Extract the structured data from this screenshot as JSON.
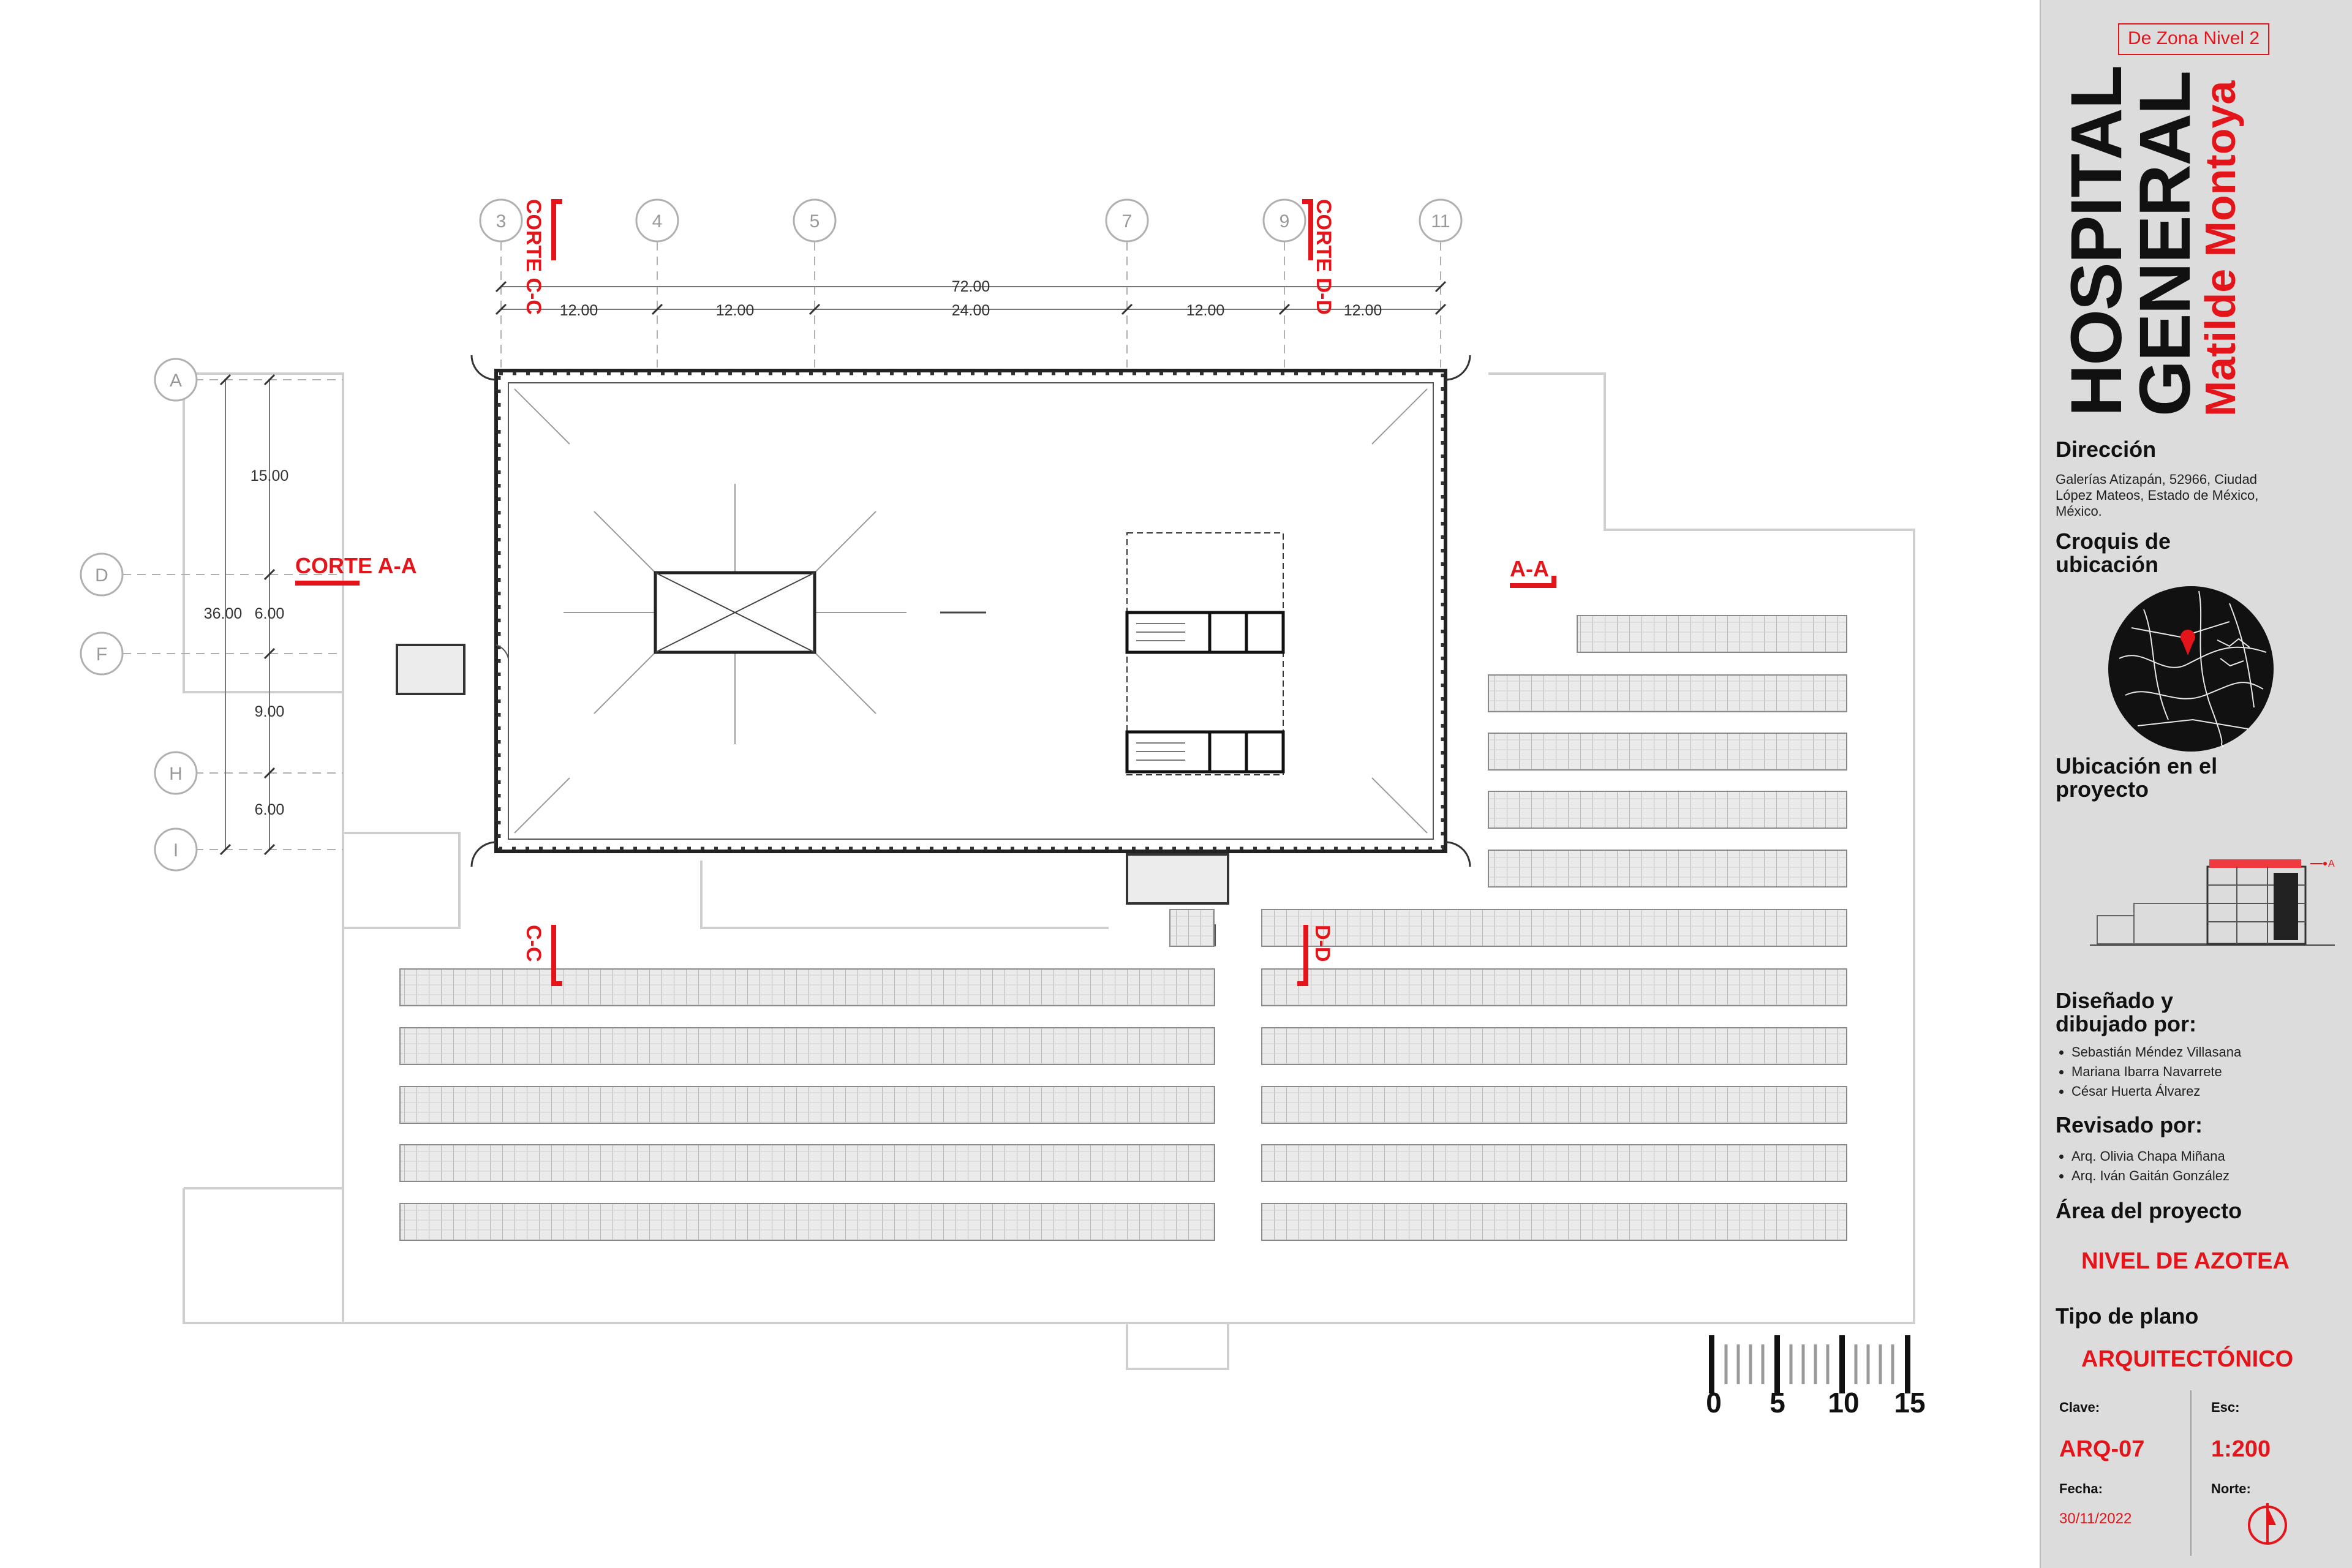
{
  "plan": {
    "column_axes": [
      "3",
      "4",
      "5",
      "7",
      "9",
      "11"
    ],
    "row_axes": [
      "A",
      "D",
      "F",
      "H",
      "I"
    ],
    "overall_dim_horizontal": "72.00",
    "dims_horizontal": [
      "12.00",
      "12.00",
      "24.00",
      "12.00",
      "12.00"
    ],
    "overall_dim_vertical": "36.00",
    "dims_vertical": [
      "15.00",
      "6.00",
      "9.00",
      "6.00"
    ],
    "section_labels": {
      "corte_aa": "CORTE A-A",
      "aa": "A-A",
      "corte_cc": "CORTE C-C",
      "corte_dd": "CORTE D-D",
      "cc": "C-C",
      "dd": "D-D"
    },
    "scale_bar_labels": [
      "0",
      "5",
      "10",
      "15"
    ]
  },
  "title_block": {
    "zone_badge": "De Zona Nivel 2",
    "title_line1": "HOSPITAL",
    "title_line2": "GENERAL",
    "title_line3": "Matilde Montoya",
    "direccion_label": "Dirección",
    "direccion_text": "Galerías Atizapán, 52966, Ciudad López Mateos, Estado de México, México.",
    "croquis_label": "Croquis de ubicación",
    "ubicacion_label": "Ubicación en el proyecto",
    "level_marker": "AZ",
    "disenado_label": "Diseñado y dibujado por:",
    "designers": [
      "Sebastián Méndez Villasana",
      "Mariana Ibarra Navarrete",
      "César Huerta Álvarez"
    ],
    "revisado_label": "Revisado por:",
    "reviewers": [
      "Arq. Olivia Chapa Miñana",
      "Arq. Iván Gaitán González"
    ],
    "area_label": "Área del proyecto",
    "area_value": "NIVEL DE AZOTEA",
    "tipo_label": "Tipo de plano",
    "tipo_value": "ARQUITECTÓNICO",
    "clave_label": "Clave:",
    "clave_value": "ARQ-07",
    "esc_label": "Esc:",
    "esc_value": "1:200",
    "fecha_label": "Fecha:",
    "fecha_value": "30/11/2022",
    "norte_label": "Norte:"
  },
  "colors": {
    "accent": "#e3151b",
    "panel": "#dcdcdc",
    "line": "#bfbfbf",
    "ink": "#111111"
  },
  "icons": [
    "north-arrow-icon",
    "location-map-icon",
    "elevation-thumbnail-icon"
  ]
}
